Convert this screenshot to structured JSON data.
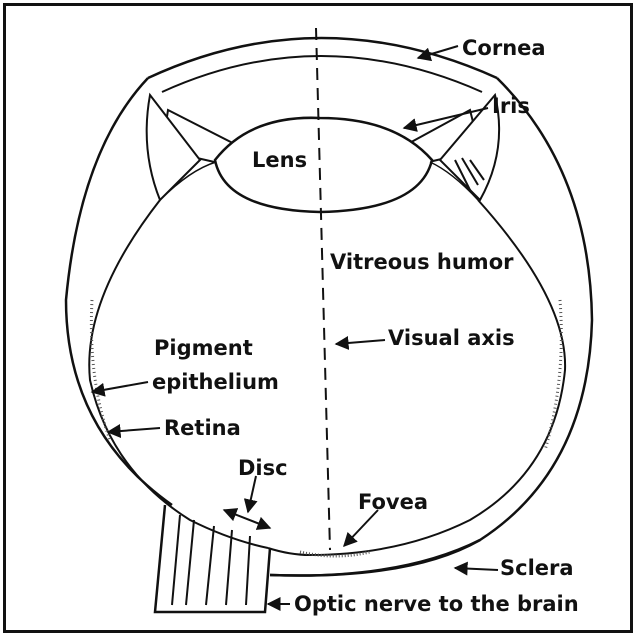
{
  "diagram": {
    "labels": {
      "cornea": "Cornea",
      "iris": "Iris",
      "lens": "Lens",
      "vitreous_humor": "Vitreous humor",
      "visual_axis": "Visual axis",
      "pigment_line1": "Pigment",
      "pigment_line2": "epithelium",
      "retina": "Retina",
      "disc": "Disc",
      "fovea": "Fovea",
      "sclera": "Sclera",
      "optic_nerve": "Optic nerve to the brain"
    },
    "colors": {
      "ink": "#111111",
      "paper": "#ffffff"
    }
  }
}
